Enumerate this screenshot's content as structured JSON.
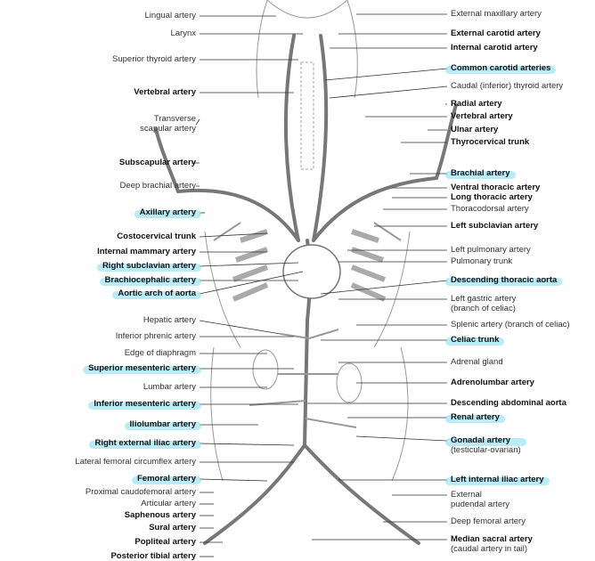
{
  "left_labels": [
    {
      "text": "Lingual artery",
      "bold": false
    },
    {
      "text": "Larynx",
      "bold": false
    },
    {
      "text": "Superior thyroid artery",
      "bold": false
    },
    {
      "text": "Vertebral artery",
      "bold": true
    },
    {
      "text": "Transverse",
      "bold": false,
      "sub": "scapular artery"
    },
    {
      "text": "Subscapular artery",
      "bold": true
    },
    {
      "text": "Deep brachial artery",
      "bold": false
    },
    {
      "text": "Axillary artery",
      "bold": true,
      "highlight": true
    },
    {
      "text": "Costocervical trunk",
      "bold": true
    },
    {
      "text": "Internal mammary artery",
      "bold": true
    },
    {
      "text": "Right subclavian artery",
      "bold": true,
      "highlight": true
    },
    {
      "text": "Brachiocephalic artery",
      "bold": true,
      "highlight": true
    },
    {
      "text": "Aortic arch of aorta",
      "bold": true,
      "highlight": true
    },
    {
      "text": "Hepatic artery",
      "bold": false
    },
    {
      "text": "Inferior phrenic artery",
      "bold": false
    },
    {
      "text": "Edge of diaphragm",
      "bold": false
    },
    {
      "text": "Superior mesenteric artery",
      "bold": true,
      "highlight": true
    },
    {
      "text": "Lumbar artery",
      "bold": false
    },
    {
      "text": "Inferior mesenteric artery",
      "bold": true,
      "highlight": true
    },
    {
      "text": "Iliolumbar artery",
      "bold": true,
      "highlight": true
    },
    {
      "text": "Right external iliac artery",
      "bold": true,
      "highlight": true
    },
    {
      "text": "Lateral femoral circumflex artery",
      "bold": false
    },
    {
      "text": "Femoral artery",
      "bold": true,
      "highlight": true
    },
    {
      "text": "Proximal caudofemoral artery",
      "bold": false
    },
    {
      "text": "Articular artery",
      "bold": false
    },
    {
      "text": "Saphenous artery",
      "bold": true
    },
    {
      "text": "Sural artery",
      "bold": true
    },
    {
      "text": "Popliteal artery",
      "bold": true
    },
    {
      "text": "Posterior tibial artery",
      "bold": true
    }
  ],
  "right_labels": [
    {
      "text": "External maxillary artery",
      "bold": false
    },
    {
      "text": "External carotid artery",
      "bold": true
    },
    {
      "text": "Internal carotid artery",
      "bold": true
    },
    {
      "text": "Common carotid arteries",
      "bold": true,
      "highlight": true
    },
    {
      "text": "Caudal (inferior) thyroid artery",
      "bold": false
    },
    {
      "text": "Radial artery",
      "bold": true
    },
    {
      "text": "Vertebral artery",
      "bold": true
    },
    {
      "text": "Ulnar artery",
      "bold": true
    },
    {
      "text": "Thyrocervical trunk",
      "bold": true
    },
    {
      "text": "Brachial artery",
      "bold": true,
      "highlight": true
    },
    {
      "text": "Ventral thoracic artery",
      "bold": true
    },
    {
      "text": "Long thoracic artery",
      "bold": true
    },
    {
      "text": "Thoracodorsal artery",
      "bold": false
    },
    {
      "text": "Left subclavian artery",
      "bold": true
    },
    {
      "text": "Left pulmonary artery",
      "bold": false
    },
    {
      "text": "Pulmonary trunk",
      "bold": false
    },
    {
      "text": "Descending thoracic aorta",
      "bold": true,
      "highlight": true
    },
    {
      "text": "Left gastric artery",
      "bold": false,
      "sub": "(branch of celiac)"
    },
    {
      "text": "Splenic artery (branch of celiac)",
      "bold": false
    },
    {
      "text": "Celiac trunk",
      "bold": true,
      "highlight": true
    },
    {
      "text": "Adrenal gland",
      "bold": false
    },
    {
      "text": "Adrenolumbar artery",
      "bold": true
    },
    {
      "text": "Descending abdominal aorta",
      "bold": true
    },
    {
      "text": "Renal artery",
      "bold": true,
      "highlight": true
    },
    {
      "text": "Gonadal artery",
      "bold": true,
      "highlight": true,
      "sub": "(testicular-ovarian)"
    },
    {
      "text": "Left internal iliac artery",
      "bold": true,
      "highlight": true
    },
    {
      "text": "External",
      "bold": false,
      "sub": "pudendal artery"
    },
    {
      "text": "Deep femoral artery",
      "bold": false
    },
    {
      "text": "Median sacral artery",
      "bold": true,
      "sub": "(caudal artery in tail)"
    }
  ],
  "colors": {
    "highlight": "#7fdcef",
    "vessel": "#777777",
    "line": "#333333"
  }
}
